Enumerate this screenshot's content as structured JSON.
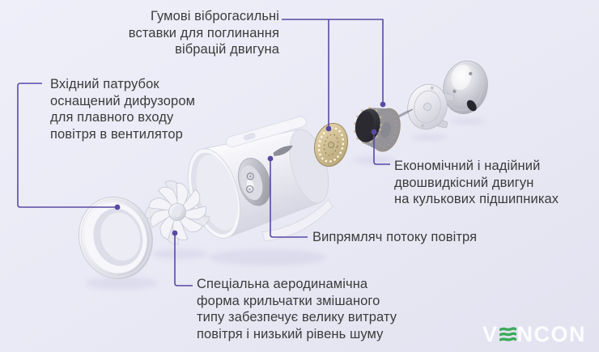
{
  "colors": {
    "background": "#e9e9f5",
    "accent": "#5a49a4",
    "text": "#3b3b3b",
    "gold": "#d5c69e",
    "logo_green": "#3cab5b",
    "logo_white": "rgba(255,255,255,0.88)"
  },
  "labels": {
    "vibration_inserts": "Гумові віброгасильні\nвставки для поглинання\nвібрацій двигуна",
    "inlet_duct": "Вхідний патрубок\nоснащений дифузором\nдля плавного входу\nповітря в вентилятор",
    "motor": "Економічний і надійний\nдвошвидкісний двигун\nна кулькових підшипниках",
    "flow_straightener": "Випрямляч потоку повітря",
    "impeller": "Спеціальна аеродинамічна\nформа крильчатки змішаного\nтипу забезпечує велику витрату\nповітря і низький рівень шуму"
  },
  "diagram": {
    "parts": [
      {
        "name": "inlet-flange-ring"
      },
      {
        "name": "impeller"
      },
      {
        "name": "fan-body"
      },
      {
        "name": "vibration-damper-disc"
      },
      {
        "name": "motor"
      },
      {
        "name": "shaft-pin"
      },
      {
        "name": "mounting-plate"
      },
      {
        "name": "rear-cover"
      }
    ]
  },
  "logo": {
    "prefix": "V",
    "suffix": "NCON"
  }
}
